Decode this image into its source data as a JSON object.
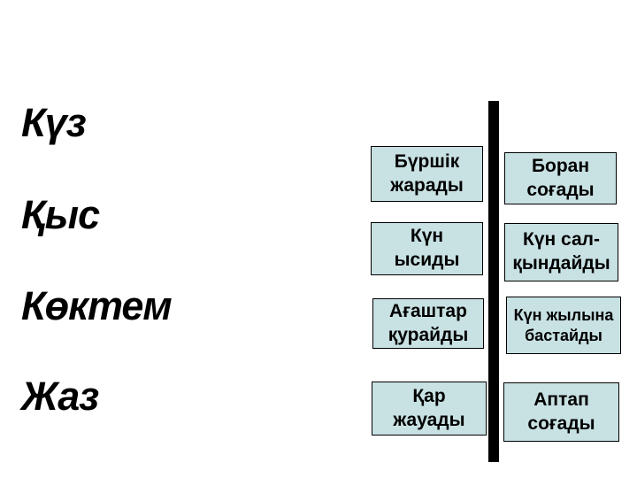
{
  "slide": {
    "type": "matching-exercise",
    "language": "Kazakh",
    "topic": "Seasons and their signs"
  },
  "seasons": [
    {
      "label": "Күз"
    },
    {
      "label": "Қыс"
    },
    {
      "label": "Көктем"
    },
    {
      "label": "Жаз"
    }
  ],
  "left_column": [
    {
      "line1": "Бүршік",
      "line2": "жарады"
    },
    {
      "line1": "Күн",
      "line2": "ысиды"
    },
    {
      "line1": "Ағаштар",
      "line2": "қурайды"
    },
    {
      "line1": "Қар",
      "line2": "жауады"
    }
  ],
  "right_column": [
    {
      "line1": "Боран",
      "line2": "соғады"
    },
    {
      "line1": "Күн сал-",
      "line2": "қындайды"
    },
    {
      "line1": "Күн жылына",
      "line2": "бастайды"
    },
    {
      "line1": "Аптап",
      "line2": "соғады"
    }
  ],
  "colors": {
    "background": "#ffffff",
    "card_fill": "#c8e1e3",
    "card_border": "#000000",
    "divider": "#000000",
    "text": "#000000"
  }
}
